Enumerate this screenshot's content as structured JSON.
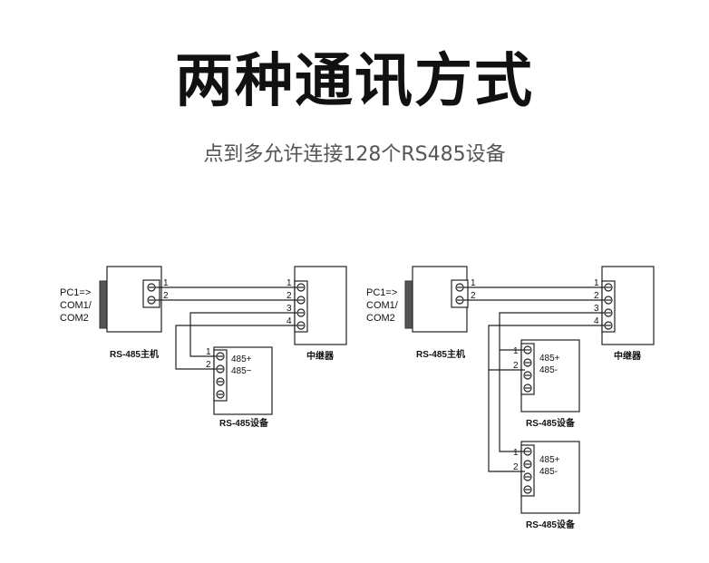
{
  "title": "两种通讯方式",
  "subtitle": "点到多允许连接128个RS485设备",
  "left_diagram": {
    "pc_label": [
      "PC1=>",
      "COM1/",
      "COM2"
    ],
    "host_label": "RS-485主机",
    "repeater_label": "中继器",
    "device_label": "RS-485设备",
    "host_pins": [
      "1",
      "2"
    ],
    "repeater_pins": [
      "1",
      "2",
      "3",
      "4"
    ],
    "device_pins": [
      "1",
      "2"
    ],
    "device_terms": [
      "485+",
      "485−"
    ]
  },
  "right_diagram": {
    "pc_label": [
      "PC1=>",
      "COM1/",
      "COM2"
    ],
    "host_label": "RS-485主机",
    "repeater_label": "中继器",
    "device_label": "RS-485设备",
    "host_pins": [
      "1",
      "2"
    ],
    "repeater_pins": [
      "1",
      "2",
      "3",
      "4"
    ],
    "device_pins": [
      "1",
      "2"
    ],
    "device_terms": [
      "485+",
      "485-"
    ]
  },
  "colors": {
    "line": "#222222",
    "connector": "#333333",
    "title": "#111111",
    "subtitle": "#555555"
  }
}
